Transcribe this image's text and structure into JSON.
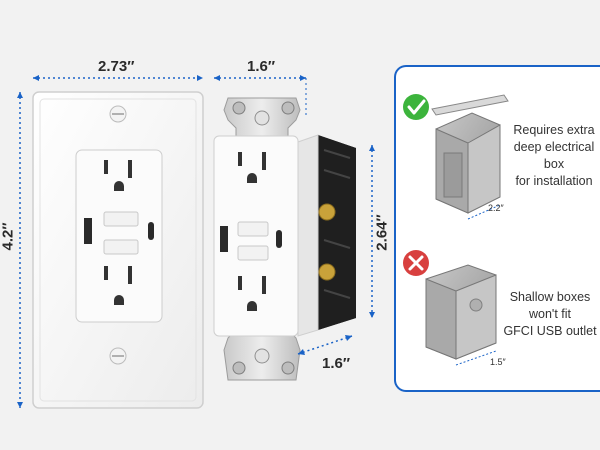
{
  "dimensions": {
    "wallplate_width": "2.73″",
    "wallplate_height": "4.2″",
    "outlet_width": "1.6″",
    "outlet_depth": "1.6″",
    "outlet_height": "2.64″"
  },
  "panel": {
    "good_text": [
      "Requires extra",
      "deep electrical box",
      "for installation"
    ],
    "good_box_dim": "2.2″",
    "bad_text": [
      "Shallow boxes",
      "won't fit",
      "GFCI USB outlet"
    ],
    "bad_box_dim": "1.5″"
  },
  "colors": {
    "dimension_line": "#1a63c7",
    "panel_border": "#1a63c7",
    "check": "#3cb43c",
    "cross": "#d8403f"
  },
  "icons": {
    "good": "check-circle-icon",
    "bad": "cross-circle-icon"
  }
}
